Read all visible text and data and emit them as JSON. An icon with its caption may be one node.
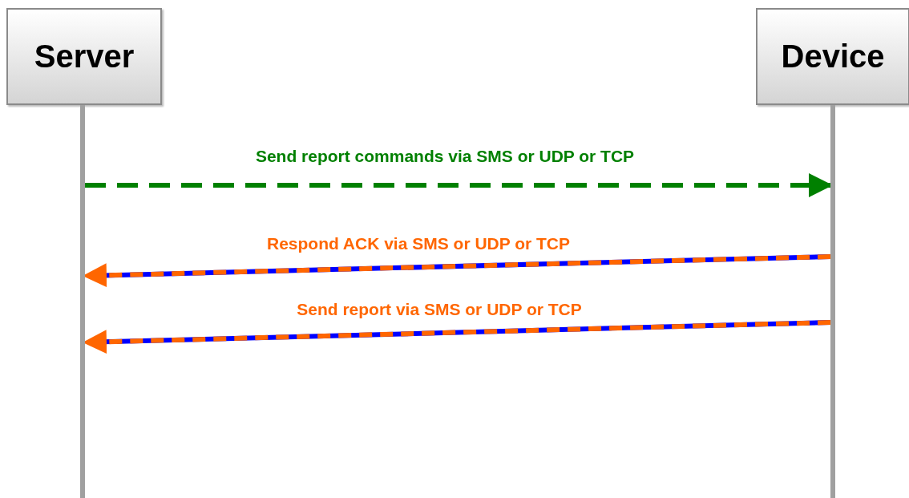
{
  "diagram": {
    "nodes": [
      {
        "text": [
          "Server"
        ]
      },
      {
        "text": [
          "Device"
        ]
      },
      {
        "text": [],
        "shape": "bar"
      },
      {
        "text": [],
        "shape": "bar"
      }
    ],
    "edges": [
      {
        "from": 2,
        "to": 3,
        "arrow": "to",
        "label": "Send report commands via SMS or UDP or TCP",
        "style": "dashed",
        "color": "#008000"
      },
      {
        "from": 3,
        "to": 2,
        "arrow": "to",
        "label": "Respond ACK via SMS or UDP or TCP",
        "color": "#ff6600"
      },
      {
        "from": 3,
        "to": 2,
        "arrow": "to",
        "label": "Send report via SMS or UDP or TCP",
        "color": "#ff6600"
      }
    ]
  }
}
